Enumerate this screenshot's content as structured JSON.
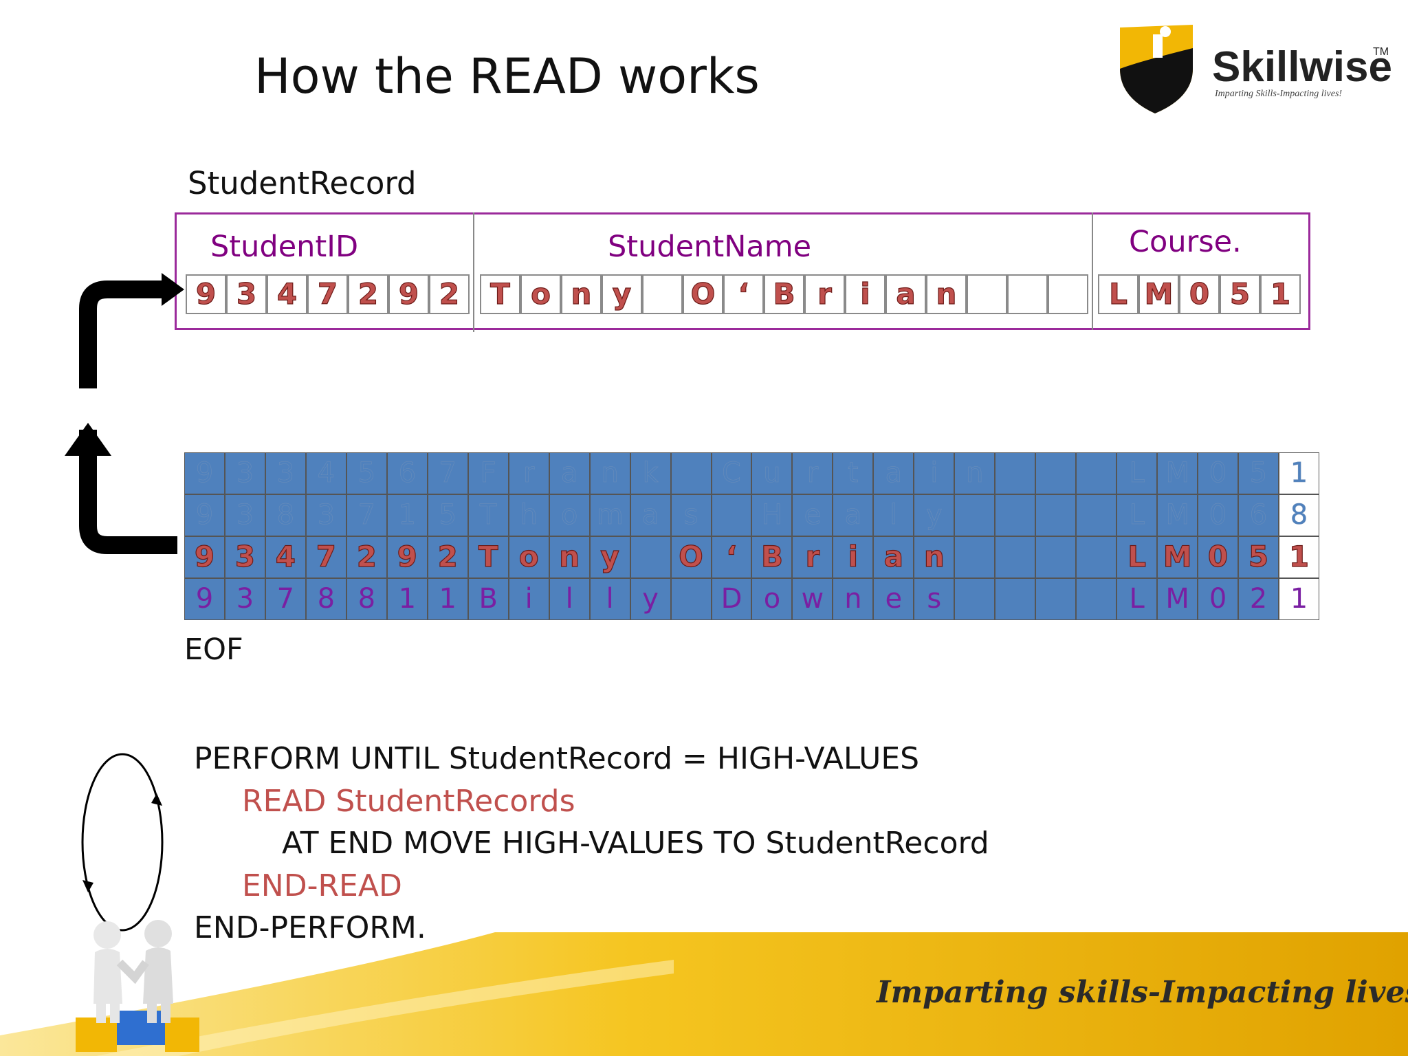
{
  "title": "How the READ works",
  "logo": {
    "brand": "Skillwise",
    "tm": "TM",
    "tagline": "Imparting Skills-Impacting lives!"
  },
  "record": {
    "label": "StudentRecord",
    "field_labels": {
      "id": "StudentID",
      "name": "StudentName",
      "course": "Course."
    },
    "id_chars": [
      "9",
      "3",
      "4",
      "7",
      "2",
      "9",
      "2"
    ],
    "name_chars": [
      "T",
      "o",
      "n",
      "y",
      "",
      "O",
      "‘",
      "B",
      "r",
      "i",
      "a",
      "n",
      "",
      "",
      ""
    ],
    "course_chars": [
      "L",
      "M",
      "0",
      "5",
      "1"
    ]
  },
  "file_rows": [
    {
      "state": "read",
      "chars": [
        "9",
        "3",
        "3",
        "4",
        "5",
        "6",
        "7",
        "F",
        "r",
        "a",
        "n",
        "k",
        "",
        "C",
        "u",
        "r",
        "t",
        "a",
        "i",
        "n",
        "",
        "",
        "",
        "L",
        "M",
        "0",
        "5",
        "1"
      ]
    },
    {
      "state": "read",
      "chars": [
        "9",
        "3",
        "8",
        "3",
        "7",
        "1",
        "5",
        "T",
        "h",
        "o",
        "m",
        "a",
        "s",
        "",
        "H",
        "e",
        "a",
        "l",
        "y",
        "",
        "",
        "",
        "",
        "L",
        "M",
        "0",
        "6",
        "8"
      ]
    },
    {
      "state": "current",
      "chars": [
        "9",
        "3",
        "4",
        "7",
        "2",
        "9",
        "2",
        "T",
        "o",
        "n",
        "y",
        "",
        "O",
        "‘",
        "B",
        "r",
        "i",
        "a",
        "n",
        "",
        "",
        "",
        "",
        "L",
        "M",
        "0",
        "5",
        "1"
      ]
    },
    {
      "state": "next",
      "chars": [
        "9",
        "3",
        "7",
        "8",
        "8",
        "1",
        "1",
        "B",
        "i",
        "l",
        "l",
        "y",
        "",
        "D",
        "o",
        "w",
        "n",
        "e",
        "s",
        "",
        "",
        "",
        "",
        "L",
        "M",
        "0",
        "2",
        "1"
      ]
    }
  ],
  "eof_label": "EOF",
  "code": {
    "line1": "PERFORM UNTIL StudentRecord = HIGH-VALUES",
    "line2": "READ StudentRecords",
    "line3": "AT END MOVE HIGH-VALUES TO StudentRecord",
    "line4": "END-READ",
    "line5": "END-PERFORM."
  },
  "footer_tagline": "Imparting skills-Impacting lives!",
  "colors": {
    "field_label": "#800080",
    "record_border": "#9b2a9b",
    "file_bg": "#4f81bd",
    "highlight": "#c0504d",
    "footer": "#f2b705"
  }
}
